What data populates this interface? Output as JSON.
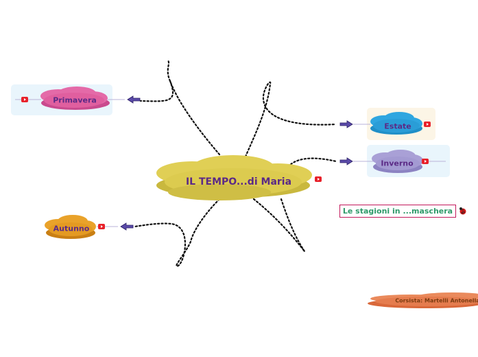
{
  "central": {
    "label": "IL TEMPO...di Maria"
  },
  "topics": {
    "primavera": {
      "label": "Primavera"
    },
    "estate": {
      "label": "Estate"
    },
    "inverno": {
      "label": "Inverno"
    },
    "autunno": {
      "label": "Autunno"
    }
  },
  "tag": {
    "label": "Le stagioni in ...maschera"
  },
  "footer": {
    "label": "Corsista: Martelli Antonella"
  },
  "colors": {
    "central_cloud": "#e0cf55",
    "primavera_cloud": "#e46aa8",
    "estate_cloud": "#2fa6e0",
    "inverno_cloud": "#a9a0d6",
    "autunno_cloud": "#e9a22a",
    "footer_cloud": "#ea8a5c",
    "arrow": "#5a4aa8",
    "video_icon": "#e8212a",
    "tag_border": "#c2185b",
    "tag_text": "#2f9a6a"
  },
  "icons": [
    "video-icon",
    "ladybug-icon",
    "arrow-icon"
  ]
}
